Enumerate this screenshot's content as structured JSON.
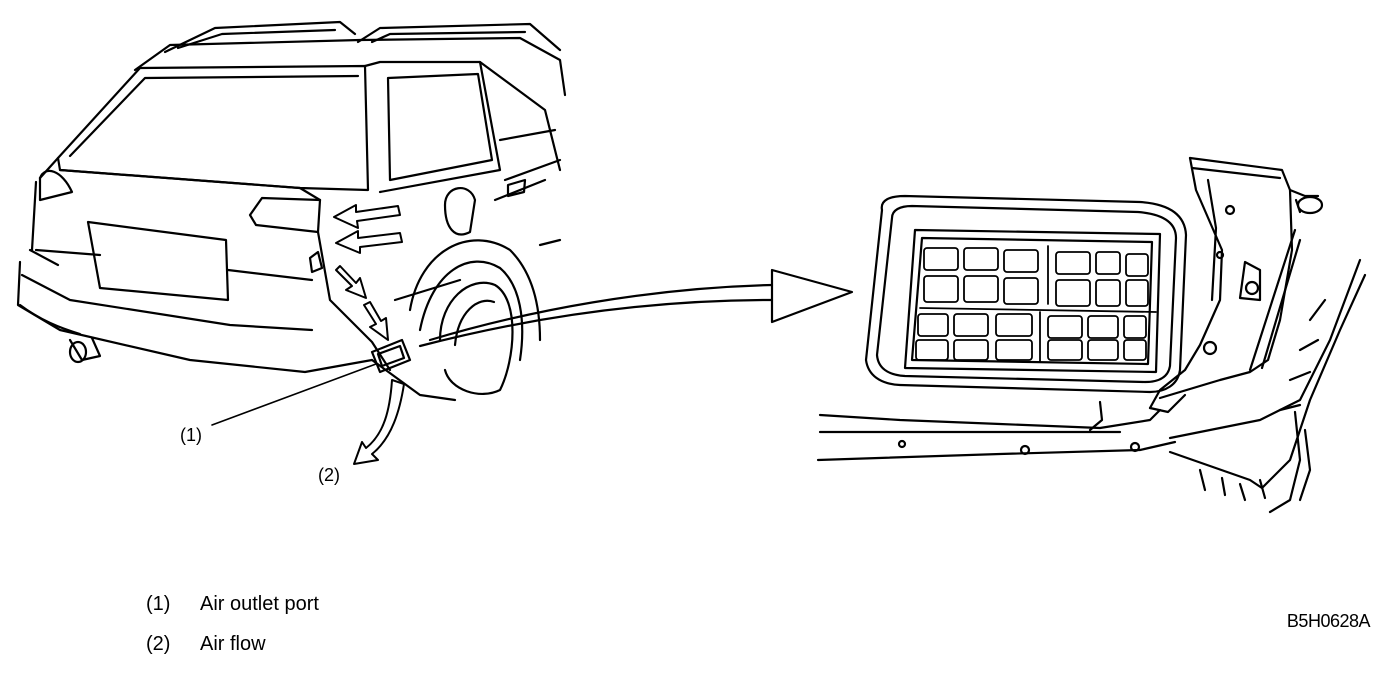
{
  "callouts": {
    "port": "(1)",
    "flow": "(2)"
  },
  "legend": [
    {
      "num": "(1)",
      "text": "Air outlet port"
    },
    {
      "num": "(2)",
      "text": "Air flow"
    }
  ],
  "figure_code": "B5H0628A"
}
